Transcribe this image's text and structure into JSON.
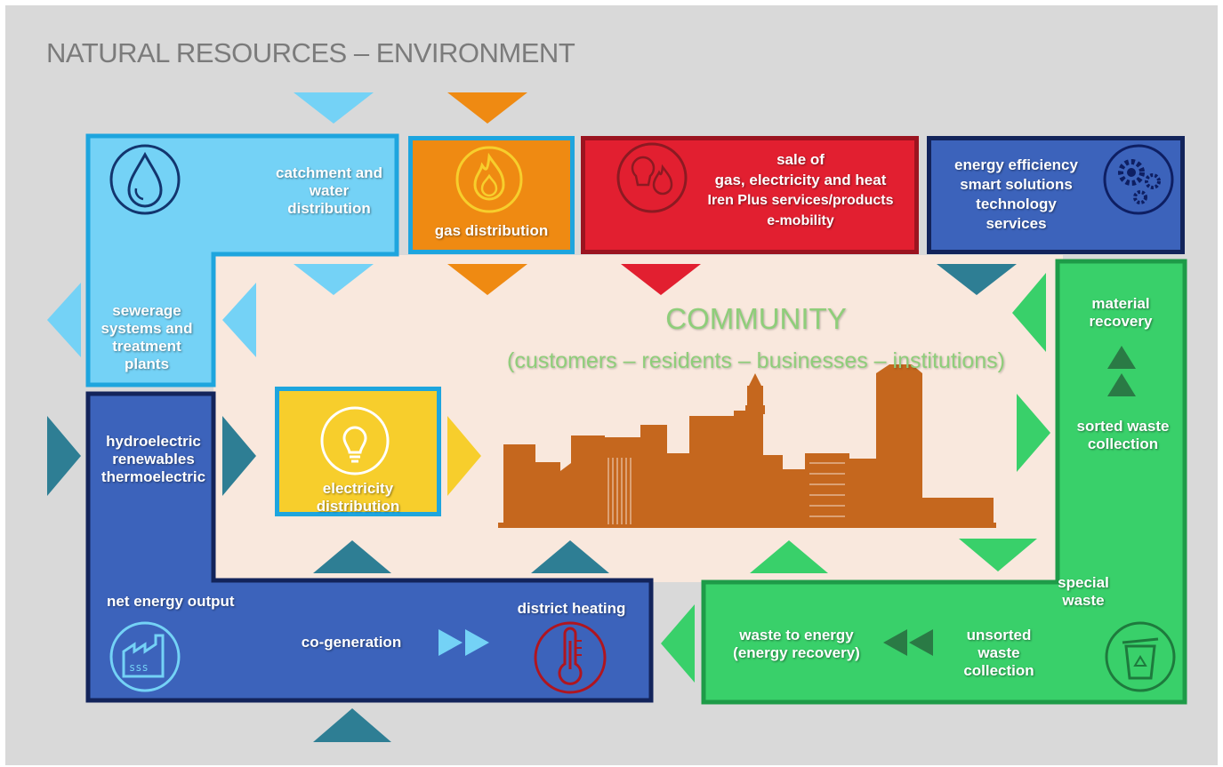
{
  "title": "NATURAL RESOURCES – ENVIRONMENT",
  "colors": {
    "light_blue": "#74d2f6",
    "light_blue_border": "#1ea5de",
    "orange": "#ef8a12",
    "red": "#e21f30",
    "dark_blue": "#3c63bb",
    "navy_border": "#13245b",
    "green": "#39d06a",
    "green_border": "#1e9b48",
    "yellow": "#f7ce2c",
    "community_bg": "#f9e8dd",
    "skyline": "#c5671e",
    "teal_arrow": "#2e7e94"
  },
  "community": {
    "title": "COMMUNITY",
    "subtitle": "(customers – residents – businesses – institutions)"
  },
  "blocks": {
    "water": {
      "icon": "water-drop-icon",
      "catchment_label": [
        "catchment and",
        "water",
        "distribution"
      ],
      "sewerage_label": [
        "sewerage",
        "systems and",
        "treatment",
        "plants"
      ]
    },
    "gas": {
      "icon": "flame-icon",
      "label": "gas distribution"
    },
    "sales": {
      "icon": "bulb-flame-icon",
      "label_lines": [
        "sale of",
        "gas, electricity and heat",
        "Iren Plus services/products",
        "e-mobility"
      ]
    },
    "efficiency": {
      "icon": "gears-icon",
      "label_lines": [
        "energy efficiency",
        "smart solutions",
        "technology",
        "services"
      ]
    },
    "generation": {
      "label_lines": [
        "hydroelectric",
        "renewables",
        "thermoelectric"
      ],
      "net_output": "net energy output",
      "cogeneration": "co-generation",
      "district_heating": "district heating",
      "factory_icon": "factory-icon",
      "thermometer_icon": "thermometer-icon"
    },
    "electricity": {
      "icon": "light-bulb-icon",
      "label_lines": [
        "electricity",
        "distribution"
      ]
    },
    "waste": {
      "material_recovery": [
        "material",
        "recovery"
      ],
      "sorted_waste": [
        "sorted waste",
        "collection"
      ],
      "special_waste": [
        "special",
        "waste"
      ],
      "waste_to_energy": [
        "waste to energy",
        "(energy recovery)"
      ],
      "unsorted_waste": [
        "unsorted",
        "waste",
        "collection"
      ],
      "bin_icon": "recycling-bin-icon"
    }
  }
}
